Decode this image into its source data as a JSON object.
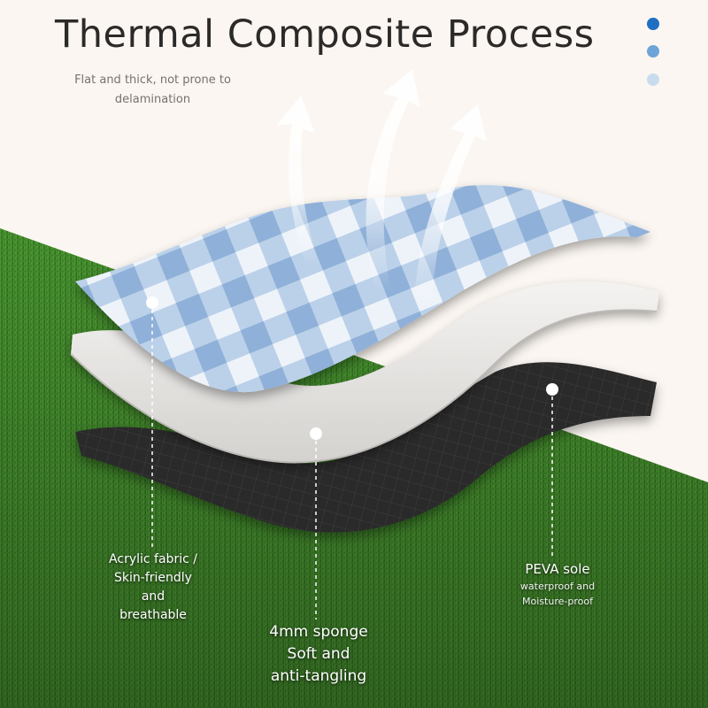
{
  "header": {
    "title": "Thermal Composite Process",
    "subtitle": "Flat and thick, not prone to delamination"
  },
  "pager_dots": [
    {
      "color": "#1f6fc3"
    },
    {
      "color": "#6fa4d8"
    },
    {
      "color": "#c9dcef"
    }
  ],
  "layers": {
    "top": {
      "lines": [
        "Acrylic fabric /",
        "Skin-friendly",
        "and",
        "breathable"
      ],
      "colors": {
        "light": "#eef3fa",
        "mid": "#b3cbe6",
        "dark": "#8fb0d8"
      }
    },
    "middle": {
      "lines": [
        "4mm sponge",
        "Soft and",
        "anti-tangling"
      ],
      "color": "#e6e4e1"
    },
    "bottom": {
      "title": "PEVA sole",
      "lines": [
        "waterproof and",
        "Moisture-proof"
      ],
      "color": "#2b2b2b"
    }
  },
  "colors": {
    "background": "#fbf6f1",
    "grass": "#3f8a2a",
    "grass_dark": "#2b6a1d"
  }
}
